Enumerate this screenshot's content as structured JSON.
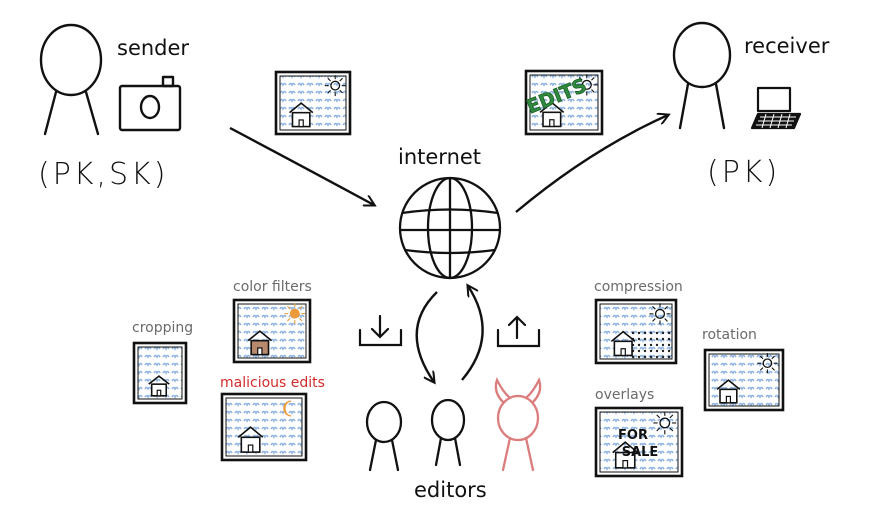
{
  "labels": {
    "sender": "sender",
    "receiver": "receiver",
    "internet": "internet",
    "editors": "editors",
    "sender_keys": "(PK,SK)",
    "receiver_keys": "(PK)",
    "cropping": "cropping",
    "color_filters": "color filters",
    "malicious_edits": "malicious edits",
    "compression": "compression",
    "rotation": "rotation",
    "overlays": "overlays",
    "edits_stamp": "EDITS",
    "for_sale_text": "FOR SALE"
  },
  "colors": {
    "ink": "#111111",
    "cloud": "#8fb4df",
    "malicious": "#d42a2a",
    "devil": "#dc7d7d",
    "edits_green": "#2f8a3e",
    "house_brown": "#b78a6e",
    "sun_orange": "#ec9a3a"
  }
}
